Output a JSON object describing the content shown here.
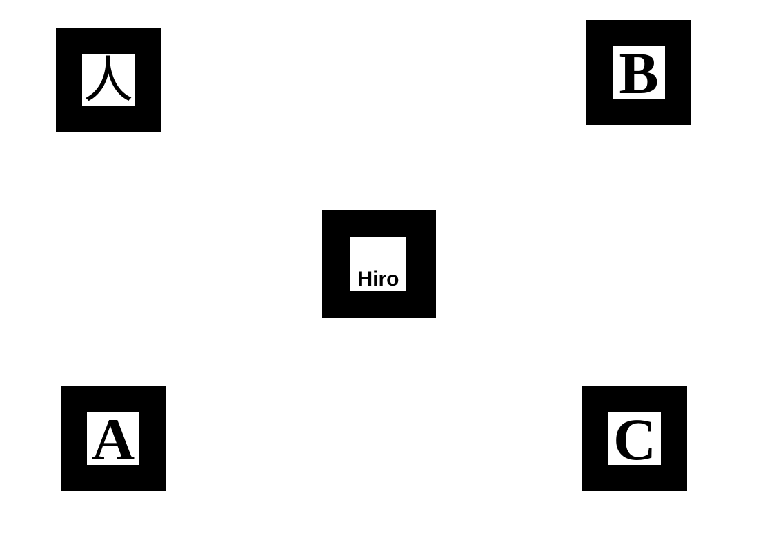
{
  "markers": {
    "kanji": {
      "label": "人"
    },
    "b": {
      "label": "B"
    },
    "hiro": {
      "label": "Hiro"
    },
    "a": {
      "label": "A"
    },
    "c": {
      "label": "C"
    }
  },
  "colors": {
    "border": "#000000",
    "background": "#ffffff"
  }
}
